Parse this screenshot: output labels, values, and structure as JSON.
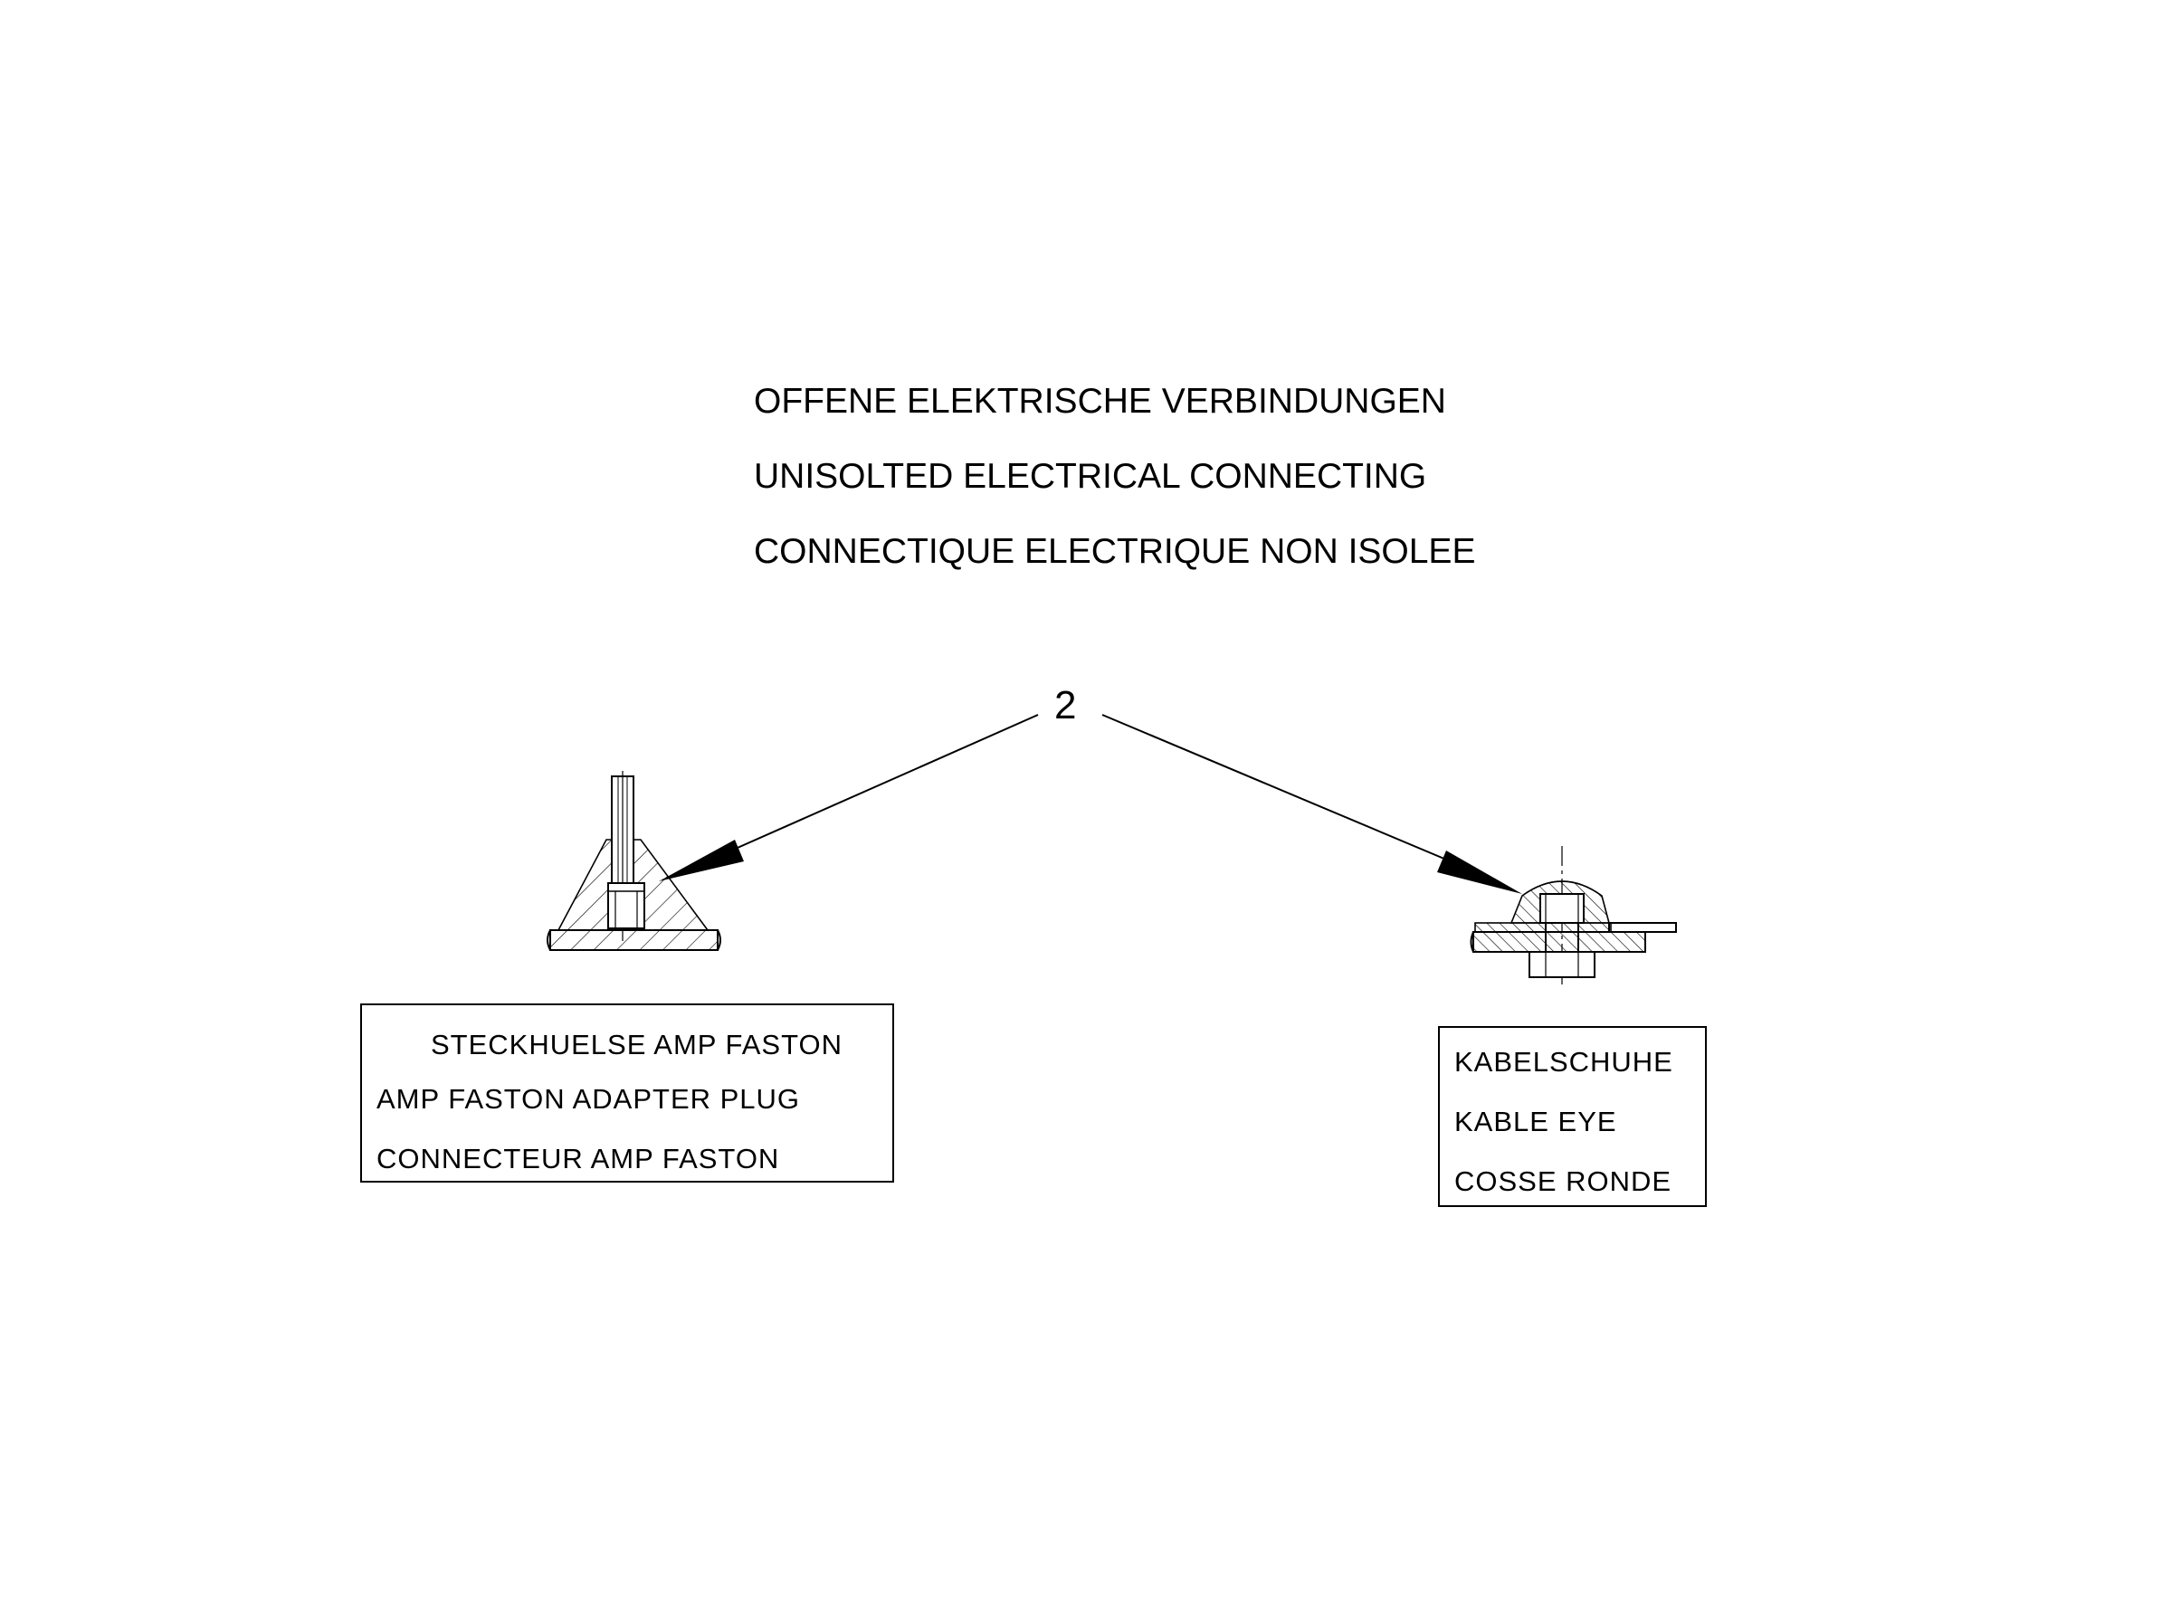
{
  "title": {
    "line1": "OFFENE ELEKTRISCHE VERBINDUNGEN",
    "line2": "UNISOLTED ELECTRICAL CONNECTING",
    "line3": "CONNECTIQUE ELECTRIQUE NON ISOLEE"
  },
  "callout": {
    "number": "2"
  },
  "left_label": {
    "line1": "STECKHUELSE AMP FASTON",
    "line2": "AMP FASTON ADAPTER PLUG",
    "line3": "CONNECTEUR AMP FASTON"
  },
  "right_label": {
    "line1": "KABELSCHUHE",
    "line2": "KABLE EYE",
    "line3": "COSSE RONDE"
  }
}
